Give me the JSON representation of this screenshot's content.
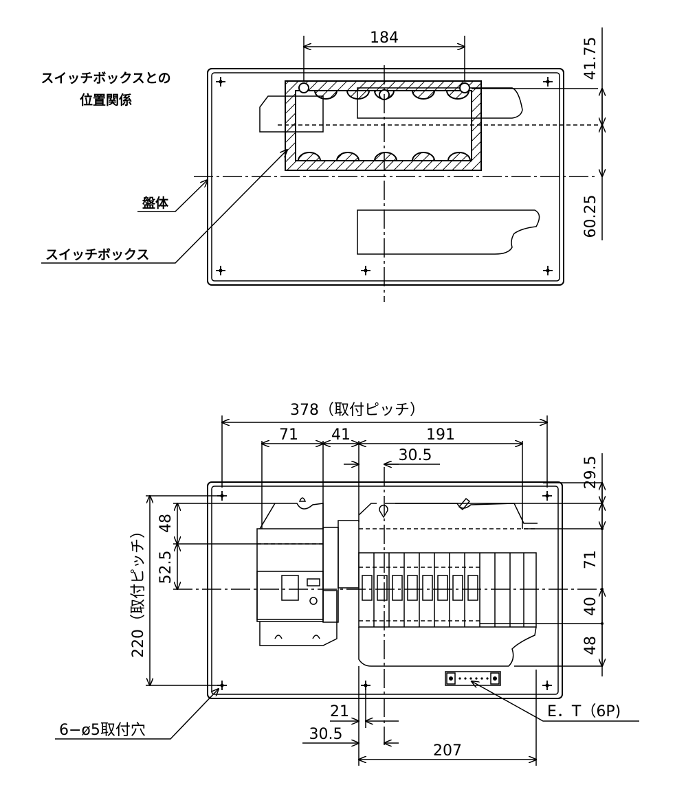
{
  "top_view": {
    "title_line1": "スイッチボックスとの",
    "title_line2": "位置関係",
    "label_panel": "盤体",
    "label_switchbox": "スイッチボックス",
    "dim_184": "184",
    "dim_41_75": "41.75",
    "dim_60_25": "60.25"
  },
  "bottom_view": {
    "dim_378": "378（取付ピッチ）",
    "dim_71_h": "71",
    "dim_41": "41",
    "dim_191": "191",
    "dim_30_5_top": "30.5",
    "dim_29_5": "29.5",
    "dim_71_v": "71",
    "dim_40": "40",
    "dim_48_right": "48",
    "dim_48_left": "48",
    "dim_52_5": "52.5",
    "dim_220": "220（取付ピッチ）",
    "dim_21": "21",
    "dim_30_5_bottom": "30.5",
    "dim_207": "207",
    "label_holes": "6−ø5取付穴",
    "label_et": "E．T（6P)"
  }
}
